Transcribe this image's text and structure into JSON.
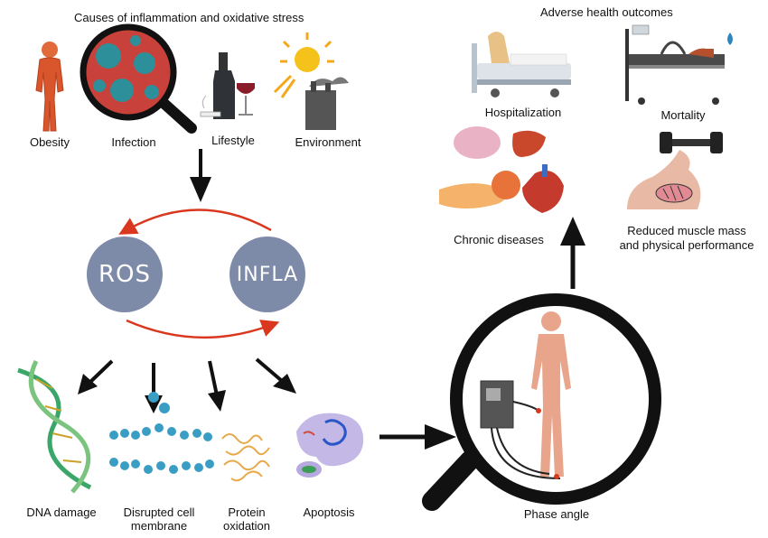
{
  "causes": {
    "title": "Causes of inflammation and oxidative stress",
    "items": [
      "Obesity",
      "Infection",
      "Lifestyle",
      "Environment"
    ]
  },
  "cycle": {
    "left": "ROS",
    "right": "INFLA"
  },
  "effects": {
    "dna": "DNA damage",
    "membrane_line1": "Disrupted cell",
    "membrane_line2": "membrane",
    "protein_line1": "Protein",
    "protein_line2": "oxidation",
    "apoptosis": "Apoptosis"
  },
  "phase": {
    "label": "Phase angle"
  },
  "outcomes": {
    "title": "Adverse health outcomes",
    "hospitalization": "Hospitalization",
    "mortality": "Mortality",
    "chronic": "Chronic diseases",
    "muscle_line1": "Reduced muscle mass",
    "muscle_line2": "and physical performance"
  },
  "colors": {
    "cycle_arrow": "#d9381e",
    "circle_fill": "#7d8aa8",
    "body_skin": "#e8a58c",
    "arrow": "#111111"
  }
}
